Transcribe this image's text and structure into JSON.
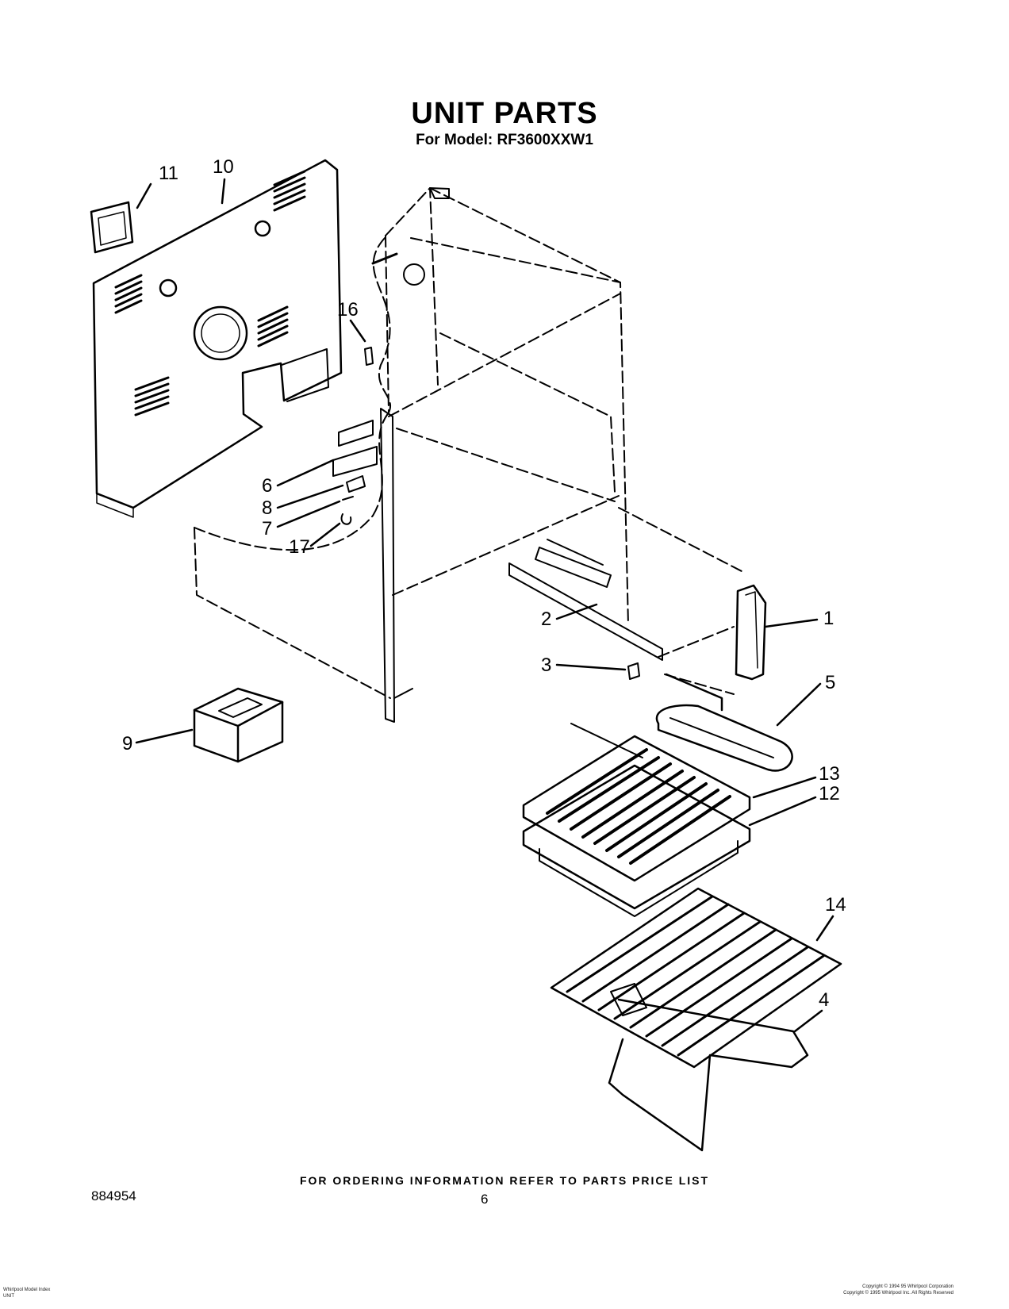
{
  "title": "UNIT PARTS",
  "subtitle": "For Model: RF3600XXW1",
  "callouts": {
    "c1": "1",
    "c2": "2",
    "c3": "3",
    "c4": "4",
    "c5": "5",
    "c6": "6",
    "c7": "7",
    "c8": "8",
    "c9": "9",
    "c10": "10",
    "c11": "11",
    "c12": "12",
    "c13": "13",
    "c14": "14",
    "c16": "16",
    "c17": "17"
  },
  "footer_note": "FOR ORDERING INFORMATION REFER TO PARTS PRICE LIST",
  "doc_number": "884954",
  "page_number": "6",
  "credit_left": "Whirlpool Model Index\nUNIT",
  "credit_right_1": "Copyright © 1994 95 Whirlpool Corporation",
  "credit_right_2": "Copyright © 1995 Whirlpool Inc. All Rights Reserved"
}
